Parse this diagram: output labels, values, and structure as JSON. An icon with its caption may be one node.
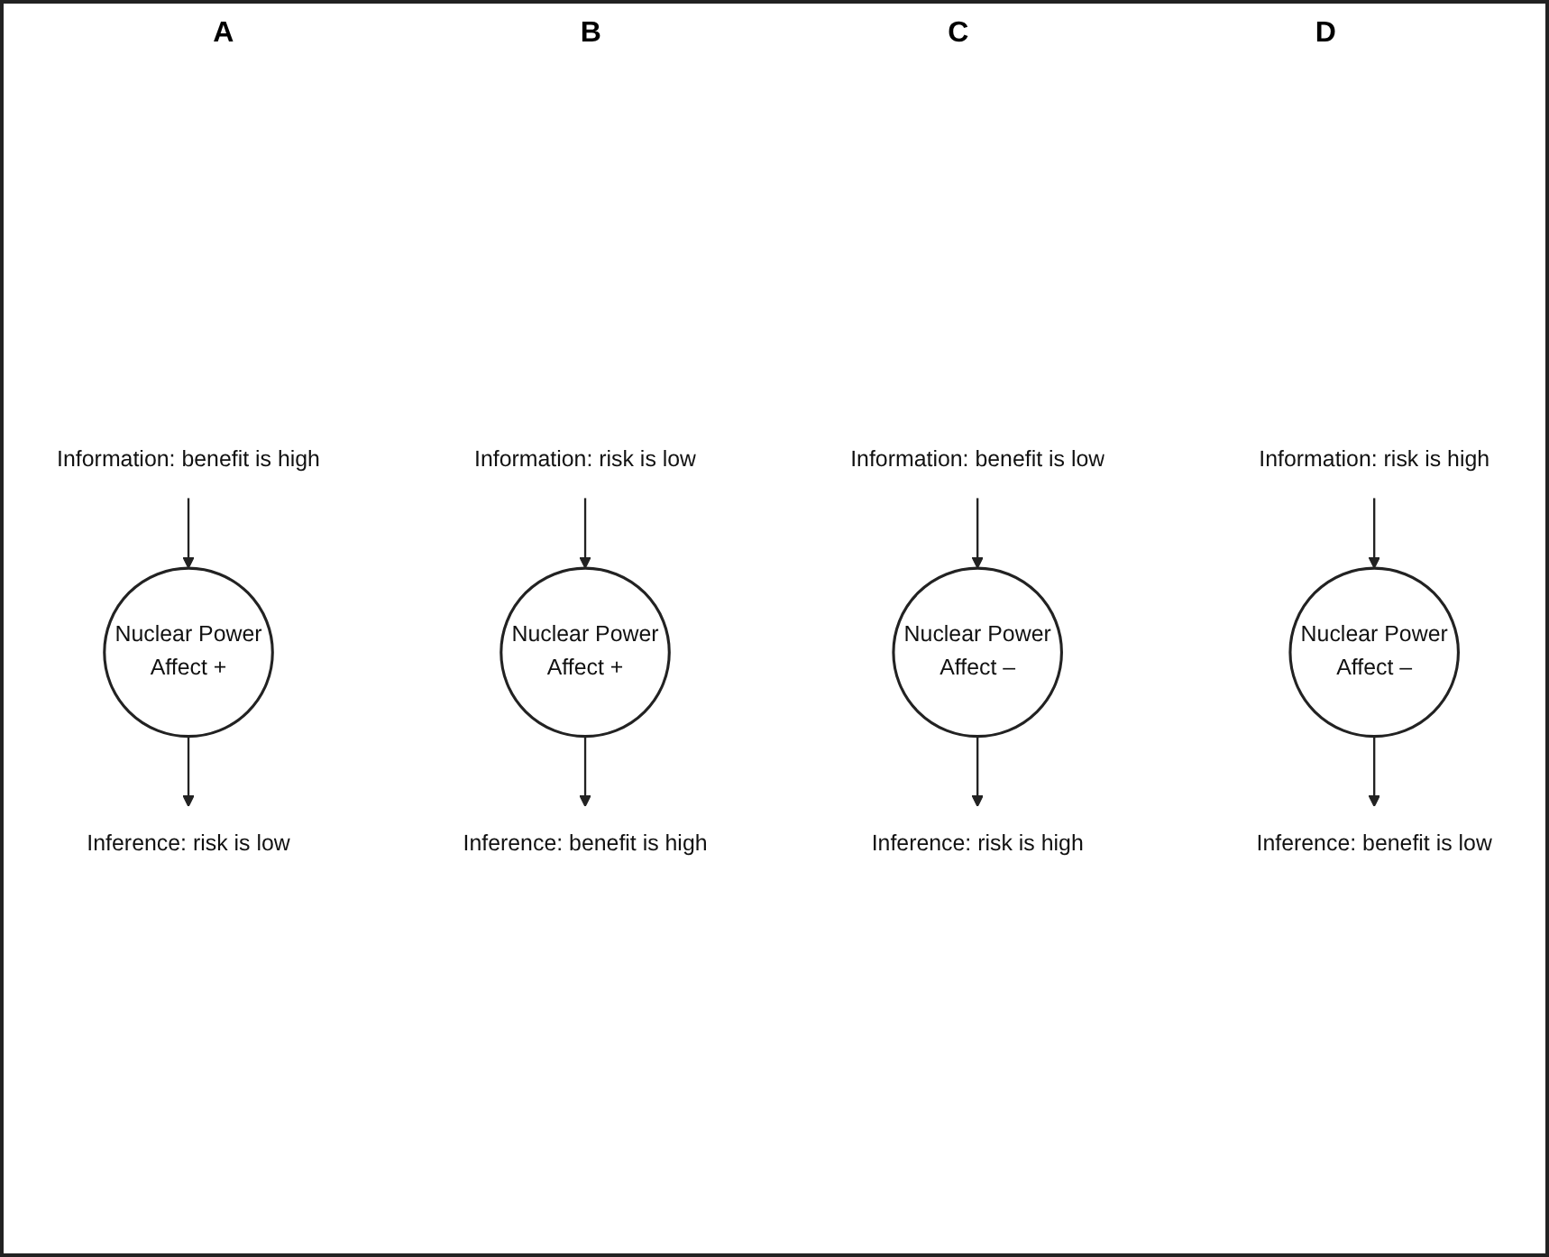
{
  "diagram": {
    "nodes": [
      {
        "text": [
          "Nuclear Power",
          "Affect +"
        ]
      },
      {
        "text": [
          "Information: benefit is high"
        ]
      },
      {
        "text": [
          "Inference: risk is low"
        ]
      },
      {
        "text": [
          "Nuclear Power",
          "Affect +"
        ]
      },
      {
        "text": [
          "Information: risk is low"
        ]
      },
      {
        "text": [
          "Inference: benefit is high"
        ]
      },
      {
        "text": [
          "Nuclear Power",
          "Affect –"
        ]
      },
      {
        "text": [
          "Information: benefit is low"
        ]
      },
      {
        "text": [
          "Inference: risk is high"
        ]
      },
      {
        "text": [
          "Nuclear Power",
          "Affect –"
        ]
      },
      {
        "text": [
          "Information: risk is high"
        ]
      },
      {
        "text": [
          "Inference: benefit is low"
        ]
      }
    ],
    "edges": [
      {
        "from": 1,
        "to": 0,
        "arrow": "to"
      },
      {
        "from": 0,
        "to": 2,
        "arrow": "to"
      },
      {
        "from": 4,
        "to": 3,
        "arrow": "to"
      },
      {
        "from": 3,
        "to": 5,
        "arrow": "to"
      },
      {
        "from": 7,
        "to": 6,
        "arrow": "to"
      },
      {
        "from": 6,
        "to": 8,
        "arrow": "to"
      },
      {
        "from": 10,
        "to": 9,
        "arrow": "to"
      },
      {
        "from": 9,
        "to": 11,
        "arrow": "to"
      }
    ],
    "labels": [
      "A",
      "B",
      "C",
      "D"
    ]
  }
}
